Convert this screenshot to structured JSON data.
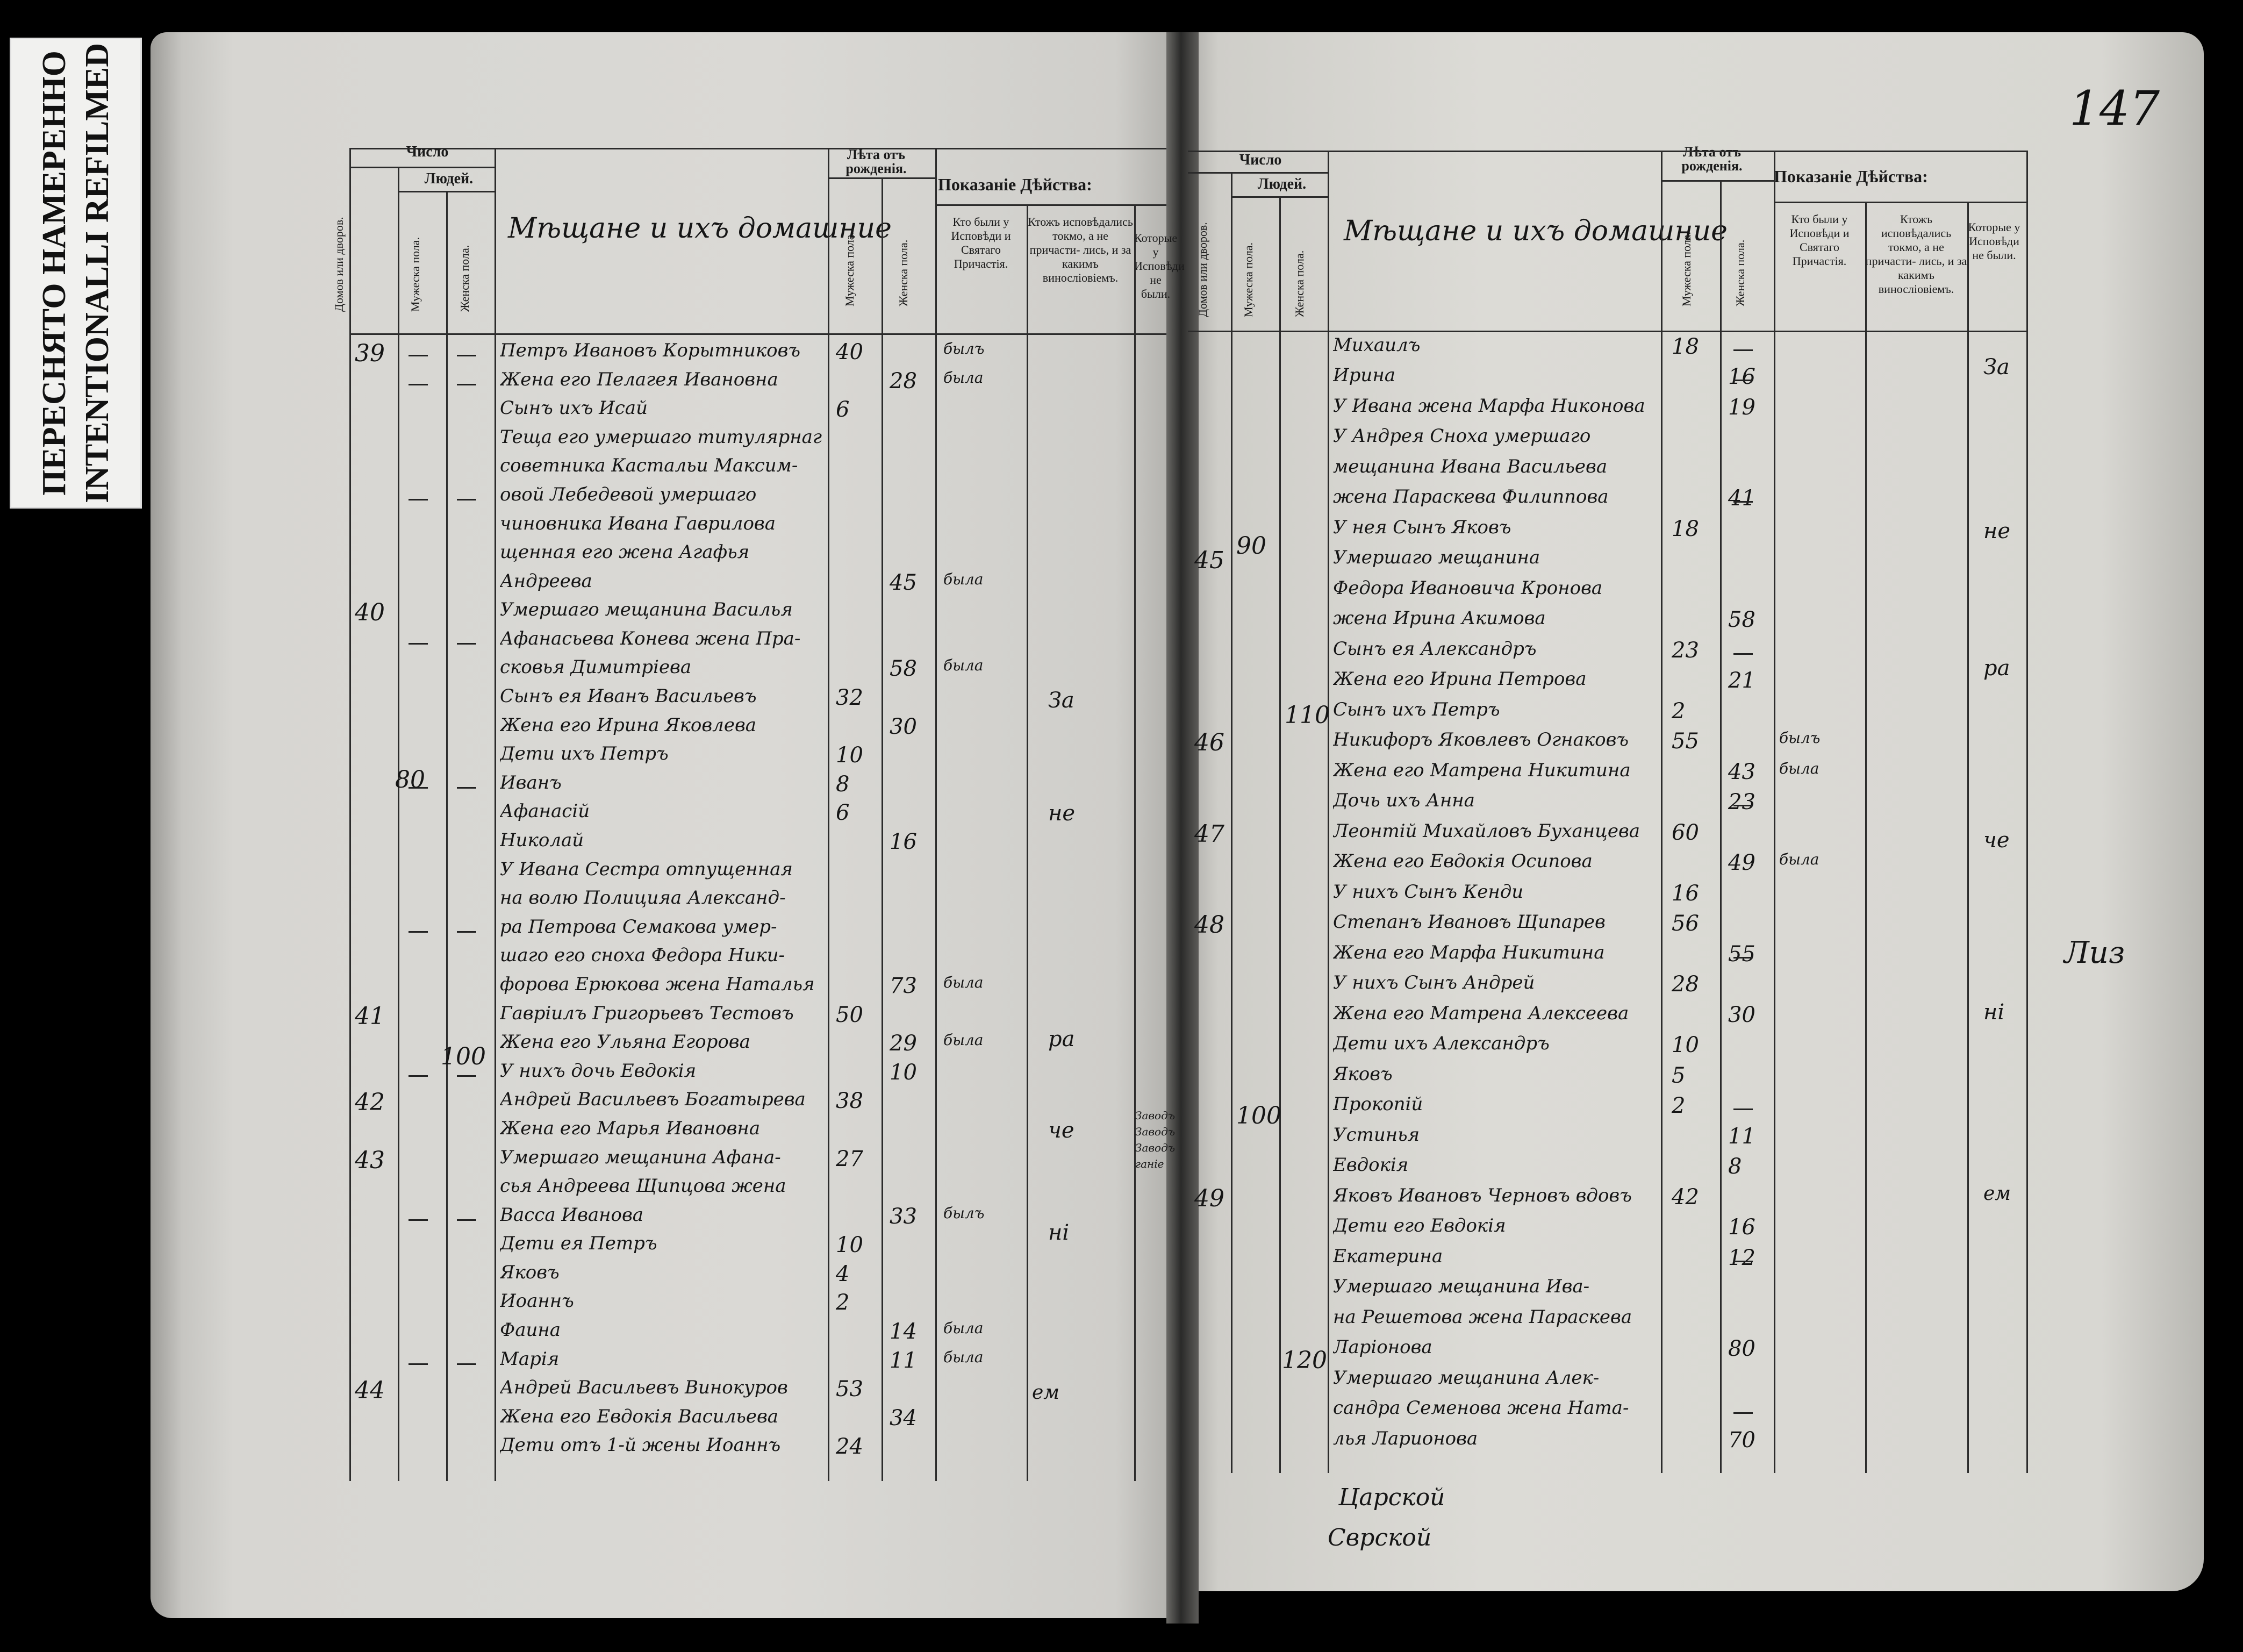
{
  "label": {
    "line1": "ПЕРЕСНЯТО НАМЕРЕННО",
    "line2": "INTENTIONALLI REFILMED"
  },
  "page_number": "147",
  "left_header": {
    "chislo": "Число",
    "lyudey": "Людей.",
    "domov": "Домов или дворов.",
    "muzh": "Мужеска пола.",
    "zhen": "Женска пола.",
    "section": "Мѣщане и ихъ домашние",
    "leta": "Лѣта отъ рожденія.",
    "leta_m": "Мужеска пола.",
    "leta_z": "Женска пола.",
    "pokaz": "Показаніе Дѣйства:",
    "col1": "Кто были у Исповѣди и Святаго Причастія.",
    "col2": "Ктожъ исповѣдались токмо, а не причасти- лись, и за какимъ виносліовіемъ.",
    "col3": "Которые у Исповѣди не были."
  },
  "right_header": {
    "chislo": "Число",
    "lyudey": "Людей.",
    "domov": "Домов или дворов.",
    "muzh": "Мужеска пола.",
    "zhen": "Женска пола.",
    "section": "Мѣщане и ихъ домашние",
    "leta": "Лѣта отъ рожденія.",
    "leta_m": "Мужеска пола.",
    "leta_z": "Женска пола.",
    "pokaz": "Показаніе Дѣйства:",
    "col1": "Кто были у Исповѣди и Святаго Причастія.",
    "col2": "Ктожъ исповѣдались токмо, а не причасти- лись, и за какимъ виносліовіемъ.",
    "col3": "Которые у Исповѣди не были."
  },
  "left_rows": [
    {
      "no": "39",
      "text": "Петръ Ивановъ Корытниковъ",
      "m": "40",
      "z": "",
      "act": "былъ"
    },
    {
      "no": "",
      "text": "Жена его Пелагея Ивановна",
      "m": "",
      "z": "28",
      "act": "была"
    },
    {
      "no": "",
      "text": "Сынъ ихъ Исай",
      "m": "6",
      "z": "",
      "act": ""
    },
    {
      "no": "",
      "text": "Теща его умершаго титулярнаго",
      "m": "",
      "z": "",
      "act": ""
    },
    {
      "no": "",
      "text": "советника Кастальи Максим-",
      "m": "",
      "z": "",
      "act": ""
    },
    {
      "no": "",
      "text": "овой Лебедевой умершаго",
      "m": "",
      "z": "",
      "act": ""
    },
    {
      "no": "",
      "text": "чиновника Ивана Гаврилова",
      "m": "",
      "z": "",
      "act": ""
    },
    {
      "no": "",
      "text": "щенная его жена Агафья",
      "m": "",
      "z": "",
      "act": ""
    },
    {
      "no": "",
      "text": "Андреева",
      "m": "",
      "z": "45",
      "act": "была"
    },
    {
      "no": "40",
      "text": "Умершаго мещанина Василья",
      "m": "",
      "z": "",
      "act": ""
    },
    {
      "no": "",
      "text": "Афанасьева Конева жена Пра-",
      "m": "",
      "z": "",
      "act": ""
    },
    {
      "no": "",
      "text": "сковья Димитріева",
      "m": "",
      "z": "58",
      "act": "была"
    },
    {
      "no": "",
      "text": "Сынъ ея Иванъ Васильевъ",
      "m": "32",
      "z": "",
      "act": ""
    },
    {
      "no": "",
      "text": "Жена его Ирина Яковлева",
      "m": "",
      "z": "30",
      "act": ""
    },
    {
      "no": "",
      "text": "Дети ихъ Петръ",
      "m": "10",
      "z": "",
      "act": ""
    },
    {
      "no": "",
      "text": "Иванъ",
      "m": "8",
      "z": "",
      "act": ""
    },
    {
      "no": "",
      "text": "Афанасій",
      "m": "6",
      "z": "",
      "act": ""
    },
    {
      "no": "",
      "text": "Николай",
      "m": "",
      "z": "16",
      "act": ""
    },
    {
      "no": "",
      "text": "У Ивана Сестра отпущенная",
      "m": "",
      "z": "",
      "act": ""
    },
    {
      "no": "",
      "text": "на волю Полицияа Александ-",
      "m": "",
      "z": "",
      "act": ""
    },
    {
      "no": "",
      "text": "ра Петрова Семакова умер-",
      "m": "",
      "z": "",
      "act": ""
    },
    {
      "no": "",
      "text": "шаго его сноха Федора Ники-",
      "m": "",
      "z": "",
      "act": ""
    },
    {
      "no": "",
      "text": "форова Ерюкова жена Наталья",
      "m": "",
      "z": "73",
      "act": "была"
    },
    {
      "no": "41",
      "text": "Гавріилъ Григорьевъ Тестовъ",
      "m": "50",
      "z": "",
      "act": ""
    },
    {
      "no": "",
      "text": "Жена его Ульяна Егорова",
      "m": "",
      "z": "29",
      "act": "была"
    },
    {
      "no": "",
      "text": "У нихъ дочь Евдокія",
      "m": "",
      "z": "10",
      "act": ""
    },
    {
      "no": "42",
      "text": "Андрей Васильевъ Богатырева",
      "m": "38",
      "z": "",
      "act": ""
    },
    {
      "no": "",
      "text": "Жена его Марья Ивановна",
      "m": "",
      "z": "",
      "act": ""
    },
    {
      "no": "43",
      "text": "Умершаго мещанина Афана-",
      "m": "27",
      "z": "",
      "act": ""
    },
    {
      "no": "",
      "text": "сья Андреева Щипцова жена",
      "m": "",
      "z": "",
      "act": ""
    },
    {
      "no": "",
      "text": "Васса Иванова",
      "m": "",
      "z": "33",
      "act": "былъ"
    },
    {
      "no": "",
      "text": "Дети ея Петръ",
      "m": "10",
      "z": "",
      "act": ""
    },
    {
      "no": "",
      "text": "Яковъ",
      "m": "4",
      "z": "",
      "act": ""
    },
    {
      "no": "",
      "text": "Иоаннъ",
      "m": "2",
      "z": "",
      "act": ""
    },
    {
      "no": "",
      "text": "Фаина",
      "m": "",
      "z": "14",
      "act": "была"
    },
    {
      "no": "",
      "text": "Марія",
      "m": "",
      "z": "11",
      "act": "была"
    },
    {
      "no": "44",
      "text": "Андрей Васильевъ Винокуров",
      "m": "53",
      "z": "",
      "act": ""
    },
    {
      "no": "",
      "text": "Жена его Евдокія Васильева",
      "m": "",
      "z": "34",
      "act": ""
    },
    {
      "no": "",
      "text": "Дети отъ 1-й жены Иоаннъ",
      "m": "24",
      "z": "",
      "act": ""
    }
  ],
  "left_marks": {
    "m80": "80",
    "m100": "100",
    "col2_a": "За",
    "col2_b": "не",
    "col2_c": "ра",
    "col2_d": "че",
    "col2_e": "ні",
    "col2_f": "ем",
    "col3_note": "Заводъ Заводъ Заводъ ганіе"
  },
  "right_rows": [
    {
      "no": "",
      "text": "Михаилъ",
      "m": "18",
      "z": "",
      "act": ""
    },
    {
      "no": "",
      "text": "Ирина",
      "m": "",
      "z": "16",
      "act": ""
    },
    {
      "no": "",
      "text": "У Ивана жена Марфа Никонова",
      "m": "",
      "z": "19",
      "act": ""
    },
    {
      "no": "",
      "text": "У Андрея Сноха умершаго",
      "m": "",
      "z": "",
      "act": ""
    },
    {
      "no": "",
      "text": "мещанина Ивана Васильева",
      "m": "",
      "z": "",
      "act": ""
    },
    {
      "no": "",
      "text": "жена Параскева Филиппова",
      "m": "",
      "z": "41",
      "act": ""
    },
    {
      "no": "",
      "text": "У нея Сынъ Яковъ",
      "m": "18",
      "z": "",
      "act": ""
    },
    {
      "no": "45",
      "text": "Умершаго мещанина",
      "m": "",
      "z": "",
      "act": ""
    },
    {
      "no": "",
      "text": "Федора Ивановича Кронова",
      "m": "",
      "z": "",
      "act": ""
    },
    {
      "no": "",
      "text": "жена Ирина Акимова",
      "m": "",
      "z": "58",
      "act": ""
    },
    {
      "no": "",
      "text": "Сынъ ея Александръ",
      "m": "23",
      "z": "",
      "act": ""
    },
    {
      "no": "",
      "text": "Жена его Ирина Петрова",
      "m": "",
      "z": "21",
      "act": ""
    },
    {
      "no": "",
      "text": "Сынъ ихъ Петръ",
      "m": "2",
      "z": "",
      "act": ""
    },
    {
      "no": "46",
      "text": "Никифоръ Яковлевъ Огнаковъ",
      "m": "55",
      "z": "",
      "act": "былъ"
    },
    {
      "no": "",
      "text": "Жена его Матрена Никитина",
      "m": "",
      "z": "43",
      "act": "была"
    },
    {
      "no": "",
      "text": "Дочь ихъ Анна",
      "m": "",
      "z": "23",
      "act": ""
    },
    {
      "no": "47",
      "text": "Леонтій Михайловъ Буханцева",
      "m": "60",
      "z": "",
      "act": ""
    },
    {
      "no": "",
      "text": "Жена его Евдокія Осипова",
      "m": "",
      "z": "49",
      "act": "была"
    },
    {
      "no": "",
      "text": "У нихъ Сынъ Кенди",
      "m": "16",
      "z": "",
      "act": ""
    },
    {
      "no": "48",
      "text": "Степанъ Ивановъ Щипарев",
      "m": "56",
      "z": "",
      "act": ""
    },
    {
      "no": "",
      "text": "Жена его Марфа Никитина",
      "m": "",
      "z": "55",
      "act": ""
    },
    {
      "no": "",
      "text": "У нихъ Сынъ Андрей",
      "m": "28",
      "z": "",
      "act": ""
    },
    {
      "no": "",
      "text": "Жена его Матрена Алексеева",
      "m": "",
      "z": "30",
      "act": ""
    },
    {
      "no": "",
      "text": "Дети ихъ Александръ",
      "m": "10",
      "z": "",
      "act": ""
    },
    {
      "no": "",
      "text": "Яковъ",
      "m": "5",
      "z": "",
      "act": ""
    },
    {
      "no": "",
      "text": "Прокопій",
      "m": "2",
      "z": "",
      "act": ""
    },
    {
      "no": "",
      "text": "Устинья",
      "m": "",
      "z": "11",
      "act": ""
    },
    {
      "no": "",
      "text": "Евдокія",
      "m": "",
      "z": "8",
      "act": ""
    },
    {
      "no": "49",
      "text": "Яковъ Ивановъ Черновъ вдовъ",
      "m": "42",
      "z": "",
      "act": ""
    },
    {
      "no": "",
      "text": "Дети его Евдокія",
      "m": "",
      "z": "16",
      "act": ""
    },
    {
      "no": "",
      "text": "Екатерина",
      "m": "",
      "z": "12",
      "act": ""
    },
    {
      "no": "",
      "text": "Умершаго мещанина Ива-",
      "m": "",
      "z": "",
      "act": ""
    },
    {
      "no": "",
      "text": "на Решетова жена Параскева",
      "m": "",
      "z": "",
      "act": ""
    },
    {
      "no": "",
      "text": "Ларіонова",
      "m": "",
      "z": "80",
      "act": ""
    },
    {
      "no": "",
      "text": "Умершаго мещанина Алек-",
      "m": "",
      "z": "",
      "act": ""
    },
    {
      "no": "",
      "text": "сандра Семенова жена Ната-",
      "m": "",
      "z": "",
      "act": ""
    },
    {
      "no": "",
      "text": "лья Ларионова",
      "m": "",
      "z": "70",
      "act": ""
    }
  ],
  "right_marks": {
    "m90": "90",
    "m110": "110",
    "m100": "100",
    "m120": "120",
    "col3_a": "За",
    "col3_b": "не",
    "col3_c": "ра",
    "col3_d": "че",
    "col3_e": "ні",
    "col3_f": "ем",
    "margin_note": "Лиз",
    "footer1": "Царской",
    "footer2": "Сврской"
  }
}
